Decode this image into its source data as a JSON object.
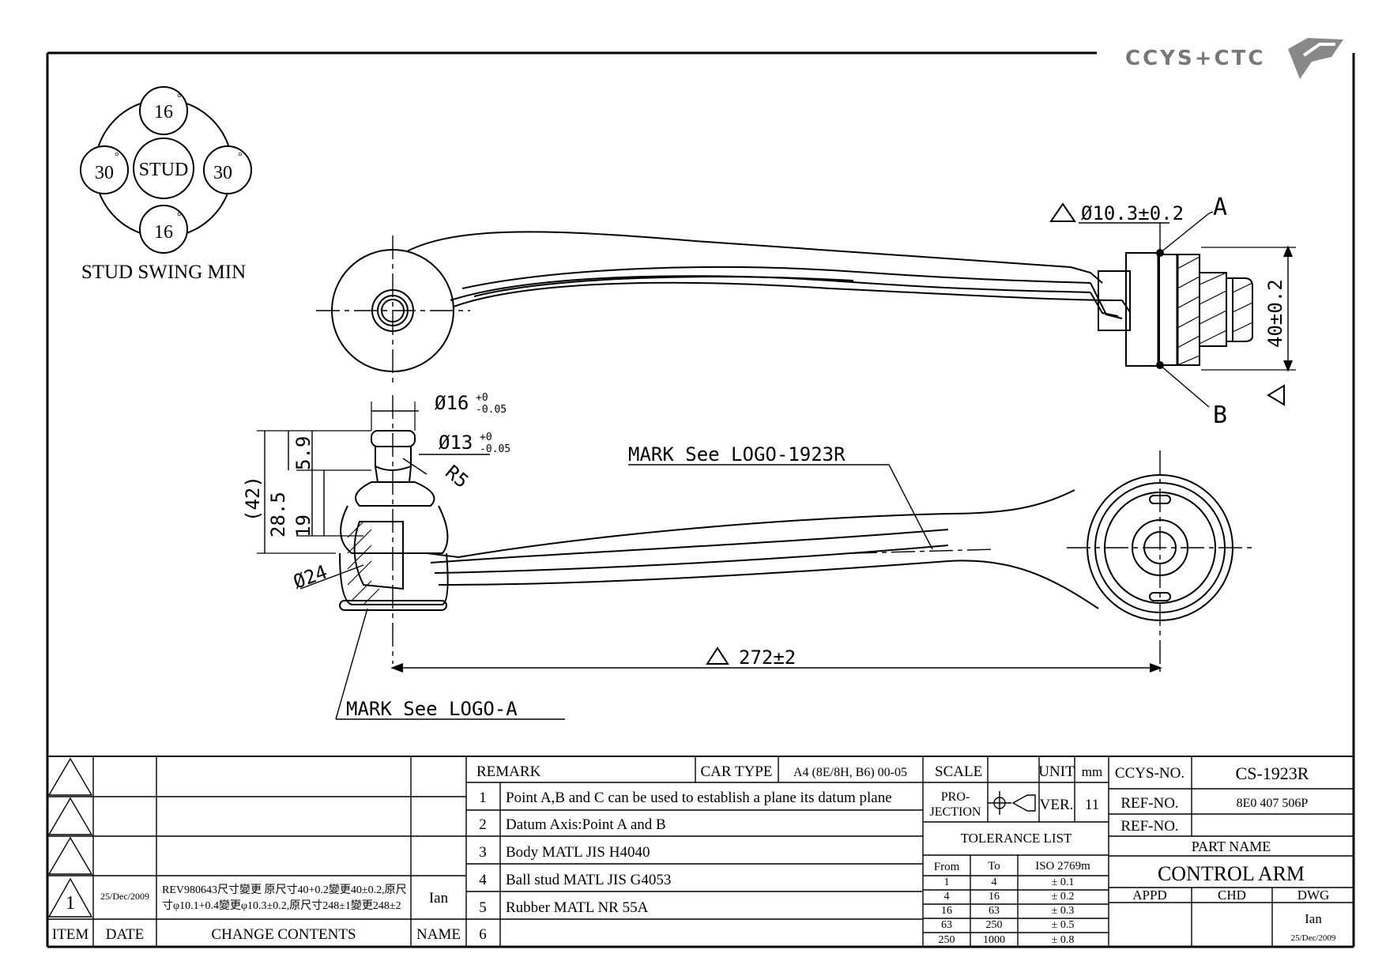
{
  "logo": {
    "text": "CCYS+CTC"
  },
  "stud_swing": {
    "center": "STUD",
    "top": "16",
    "bottom": "16",
    "left": "30",
    "right": "30",
    "deg": "°",
    "caption": "STUD SWING MIN"
  },
  "dimensions": {
    "d_ball_top": "Ø10.3±0.2",
    "point_a": "A",
    "point_b": "B",
    "width_40": "40±0.2",
    "d16": "Ø16",
    "d16_tol_upper": "+0",
    "d16_tol_lower": "-0.05",
    "d13": "Ø13",
    "d13_tol_upper": "+0",
    "d13_tol_lower": "-0.05",
    "r5": "R5",
    "h42": "(42)",
    "h28_5": "28.5",
    "h5_9": "5.9",
    "h19": "19",
    "d24": "Ø24",
    "length": "272±2"
  },
  "marks": {
    "logo_1923r": "MARK See LOGO-1923R",
    "logo_a": "MARK See LOGO-A"
  },
  "revision_table": {
    "rows": [
      {
        "item": "",
        "date": "",
        "content": "",
        "name": ""
      },
      {
        "item": "",
        "date": "",
        "content": "",
        "name": ""
      },
      {
        "item": "",
        "date": "",
        "content": "",
        "name": ""
      },
      {
        "item": "1",
        "date": "25/Dec/2009",
        "content_line1": "REV980643尺寸變更 原尺寸40+0.2變更40±0.2,原尺",
        "content_line2": "寸φ10.1+0.4變更φ10.3±0.2,原尺寸248±1變更248±2",
        "name": "Ian"
      }
    ],
    "headers": {
      "item": "ITEM",
      "date": "DATE",
      "content": "CHANGE CONTENTS",
      "name": "NAME"
    }
  },
  "remarks": {
    "header": "REMARK",
    "car_type_label": "CAR TYPE",
    "car_type_value": "A4 (8E/8H, B6) 00-05",
    "items": [
      {
        "no": "1",
        "text": "Point A,B and C can be used to establish a plane its datum plane"
      },
      {
        "no": "2",
        "text": "Datum Axis:Point A and B"
      },
      {
        "no": "3",
        "text": "Body MATL JIS H4040"
      },
      {
        "no": "4",
        "text": "Ball stud MATL JIS G4053"
      },
      {
        "no": "5",
        "text": "Rubber MATL NR 55A"
      },
      {
        "no": "6",
        "text": ""
      }
    ]
  },
  "info": {
    "scale_label": "SCALE",
    "scale_value": "",
    "unit_label": "UNIT",
    "unit_value": "mm",
    "projection_label_1": "PRO-",
    "projection_label_2": "JECTION",
    "ver_label": "VER.",
    "ver_value": "11",
    "tolerance_title": "TOLERANCE LIST",
    "tol_headers": {
      "from": "From",
      "to": "To",
      "iso": "ISO 2769m"
    },
    "tolerances": [
      {
        "from": "1",
        "to": "4",
        "tol": "± 0.1"
      },
      {
        "from": "4",
        "to": "16",
        "tol": "± 0.2"
      },
      {
        "from": "16",
        "to": "63",
        "tol": "± 0.3"
      },
      {
        "from": "63",
        "to": "250",
        "tol": "± 0.5"
      },
      {
        "from": "250",
        "to": "1000",
        "tol": "± 0.8"
      }
    ]
  },
  "title_block": {
    "ccys_label": "CCYS-NO.",
    "ccys_value": "CS-1923R",
    "ref_label": "REF-NO.",
    "ref_value_1": "8E0 407 506P",
    "ref_value_2": "",
    "part_name_label": "PART NAME",
    "part_name": "CONTROL ARM",
    "appd": "APPD",
    "chd": "CHD",
    "dwg": "DWG",
    "dwg_by": "Ian",
    "dwg_date": "25/Dec/2009"
  }
}
